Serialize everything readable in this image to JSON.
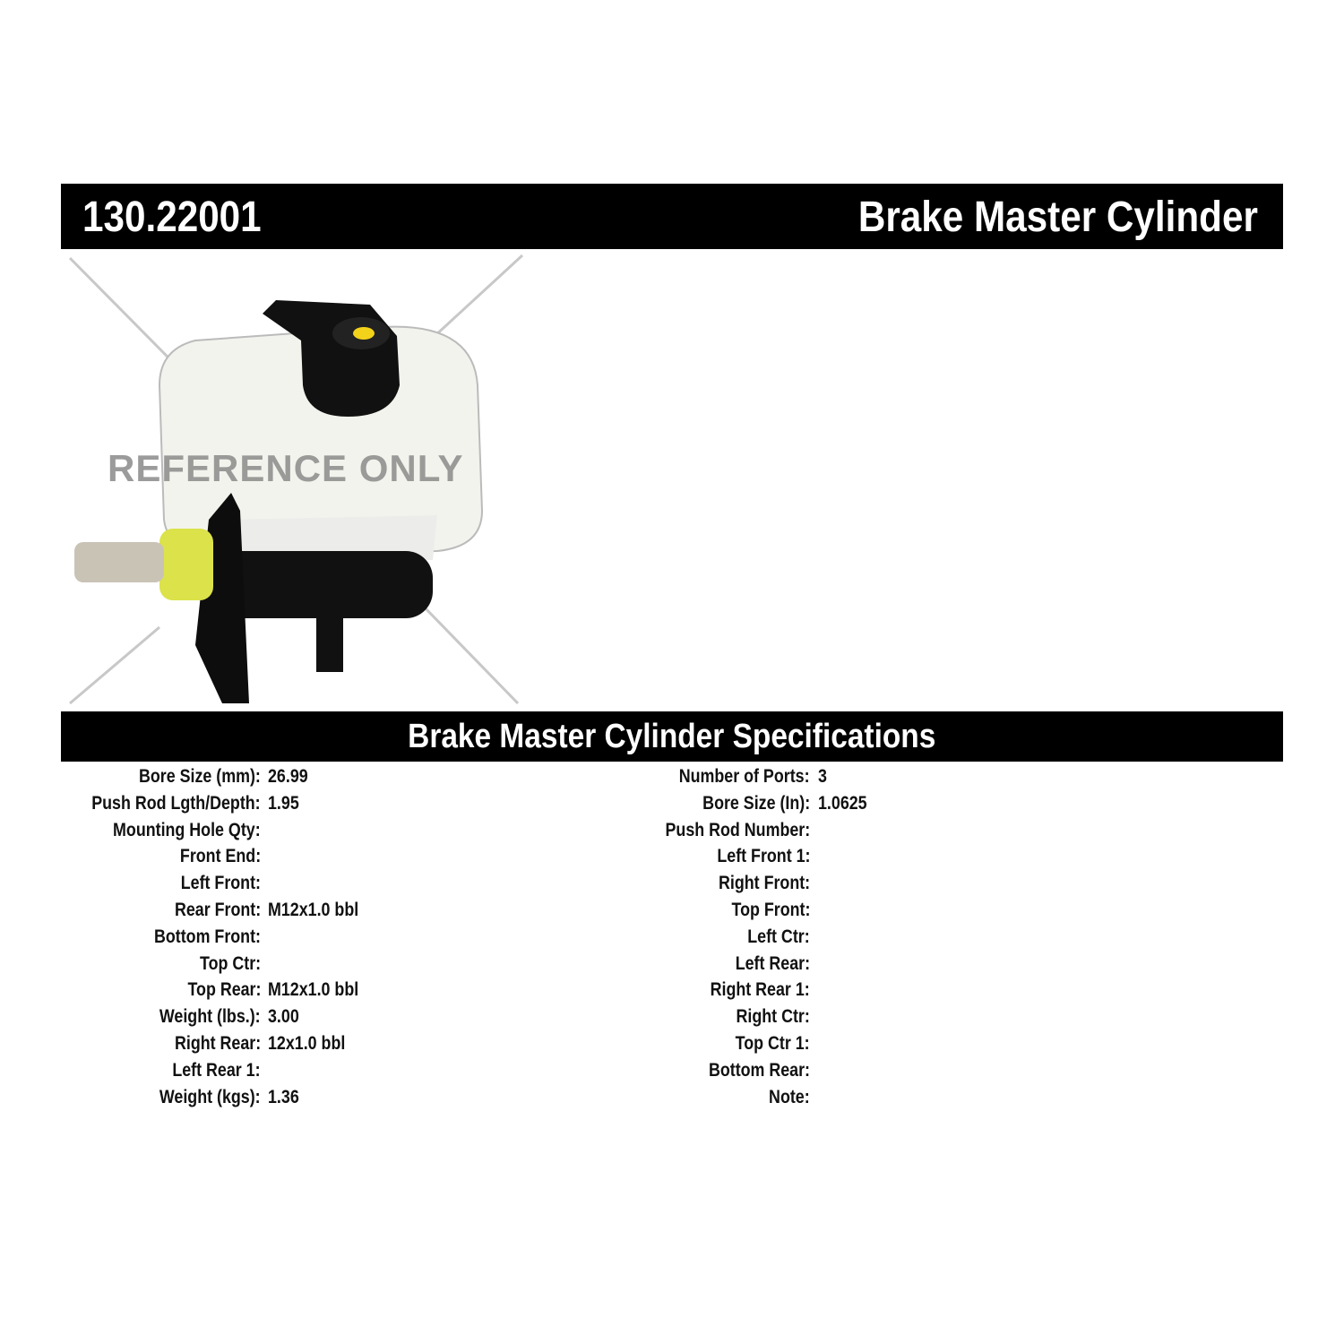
{
  "header": {
    "part_number": "130.22001",
    "title": "Brake Master Cylinder"
  },
  "image": {
    "watermark": "REFERENCE ONLY",
    "icon": "brake-master-cylinder-photo"
  },
  "specs_title": "Brake Master Cylinder Specifications",
  "specs_left": [
    {
      "label": "Bore Size (mm):",
      "value": "26.99"
    },
    {
      "label": "Push Rod Lgth/Depth:",
      "value": "1.95"
    },
    {
      "label": "Mounting Hole Qty:",
      "value": ""
    },
    {
      "label": "Front End:",
      "value": ""
    },
    {
      "label": "Left Front:",
      "value": ""
    },
    {
      "label": "Rear Front:",
      "value": "M12x1.0 bbl"
    },
    {
      "label": "Bottom Front:",
      "value": ""
    },
    {
      "label": "Top Ctr:",
      "value": ""
    },
    {
      "label": "Top Rear:",
      "value": "M12x1.0 bbl"
    },
    {
      "label": "Weight (lbs.):",
      "value": "3.00"
    },
    {
      "label": "Right Rear:",
      "value": "12x1.0 bbl"
    },
    {
      "label": "Left Rear 1:",
      "value": ""
    },
    {
      "label": "Weight (kgs):",
      "value": "1.36"
    }
  ],
  "specs_right": [
    {
      "label": "Number of Ports:",
      "value": "3"
    },
    {
      "label": "Bore Size (In):",
      "value": "1.0625"
    },
    {
      "label": "Push Rod Number:",
      "value": ""
    },
    {
      "label": "Left Front 1:",
      "value": ""
    },
    {
      "label": "Right Front:",
      "value": ""
    },
    {
      "label": "Top Front:",
      "value": ""
    },
    {
      "label": "Left Ctr:",
      "value": ""
    },
    {
      "label": "Left Rear:",
      "value": ""
    },
    {
      "label": "Right Rear 1:",
      "value": ""
    },
    {
      "label": "Right Ctr:",
      "value": ""
    },
    {
      "label": "Top Ctr 1:",
      "value": ""
    },
    {
      "label": "Bottom Rear:",
      "value": ""
    },
    {
      "label": "Note:",
      "value": ""
    }
  ]
}
